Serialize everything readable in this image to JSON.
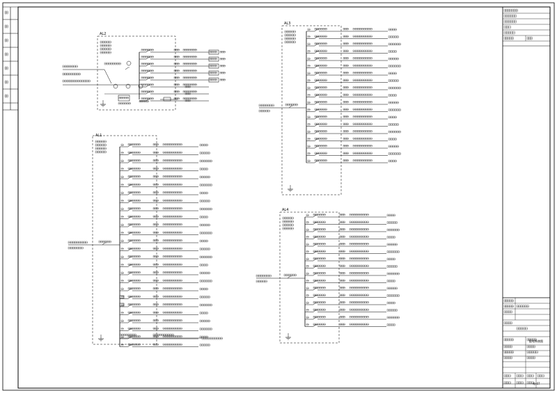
{
  "panels": [
    {
      "id": "AL2",
      "label": "AL2"
    },
    {
      "id": "AL1",
      "label": "AL1"
    },
    {
      "id": "AL3",
      "label": "AL3"
    },
    {
      "id": "AL4",
      "label": "AL4"
    }
  ],
  "title_block": {
    "drawing_no": "电-07",
    "drawing_name": "配电系统图"
  }
}
